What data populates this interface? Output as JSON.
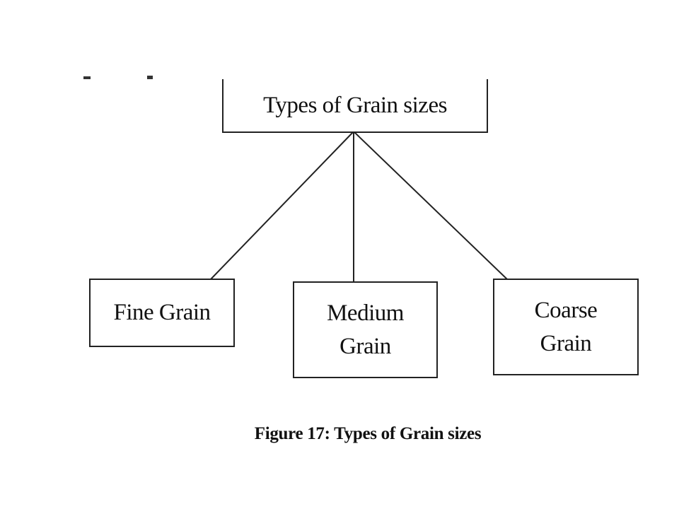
{
  "diagram": {
    "root": "Types of Grain sizes",
    "children": [
      {
        "label_lines": [
          "Fine Grain"
        ]
      },
      {
        "label_lines": [
          "Medium",
          "Grain"
        ]
      },
      {
        "label_lines": [
          "Coarse",
          "Grain"
        ]
      }
    ],
    "caption": "Figure 17: Types of Grain sizes"
  },
  "colors": {
    "line": "#222222",
    "text": "#111111",
    "background": "#ffffff"
  }
}
